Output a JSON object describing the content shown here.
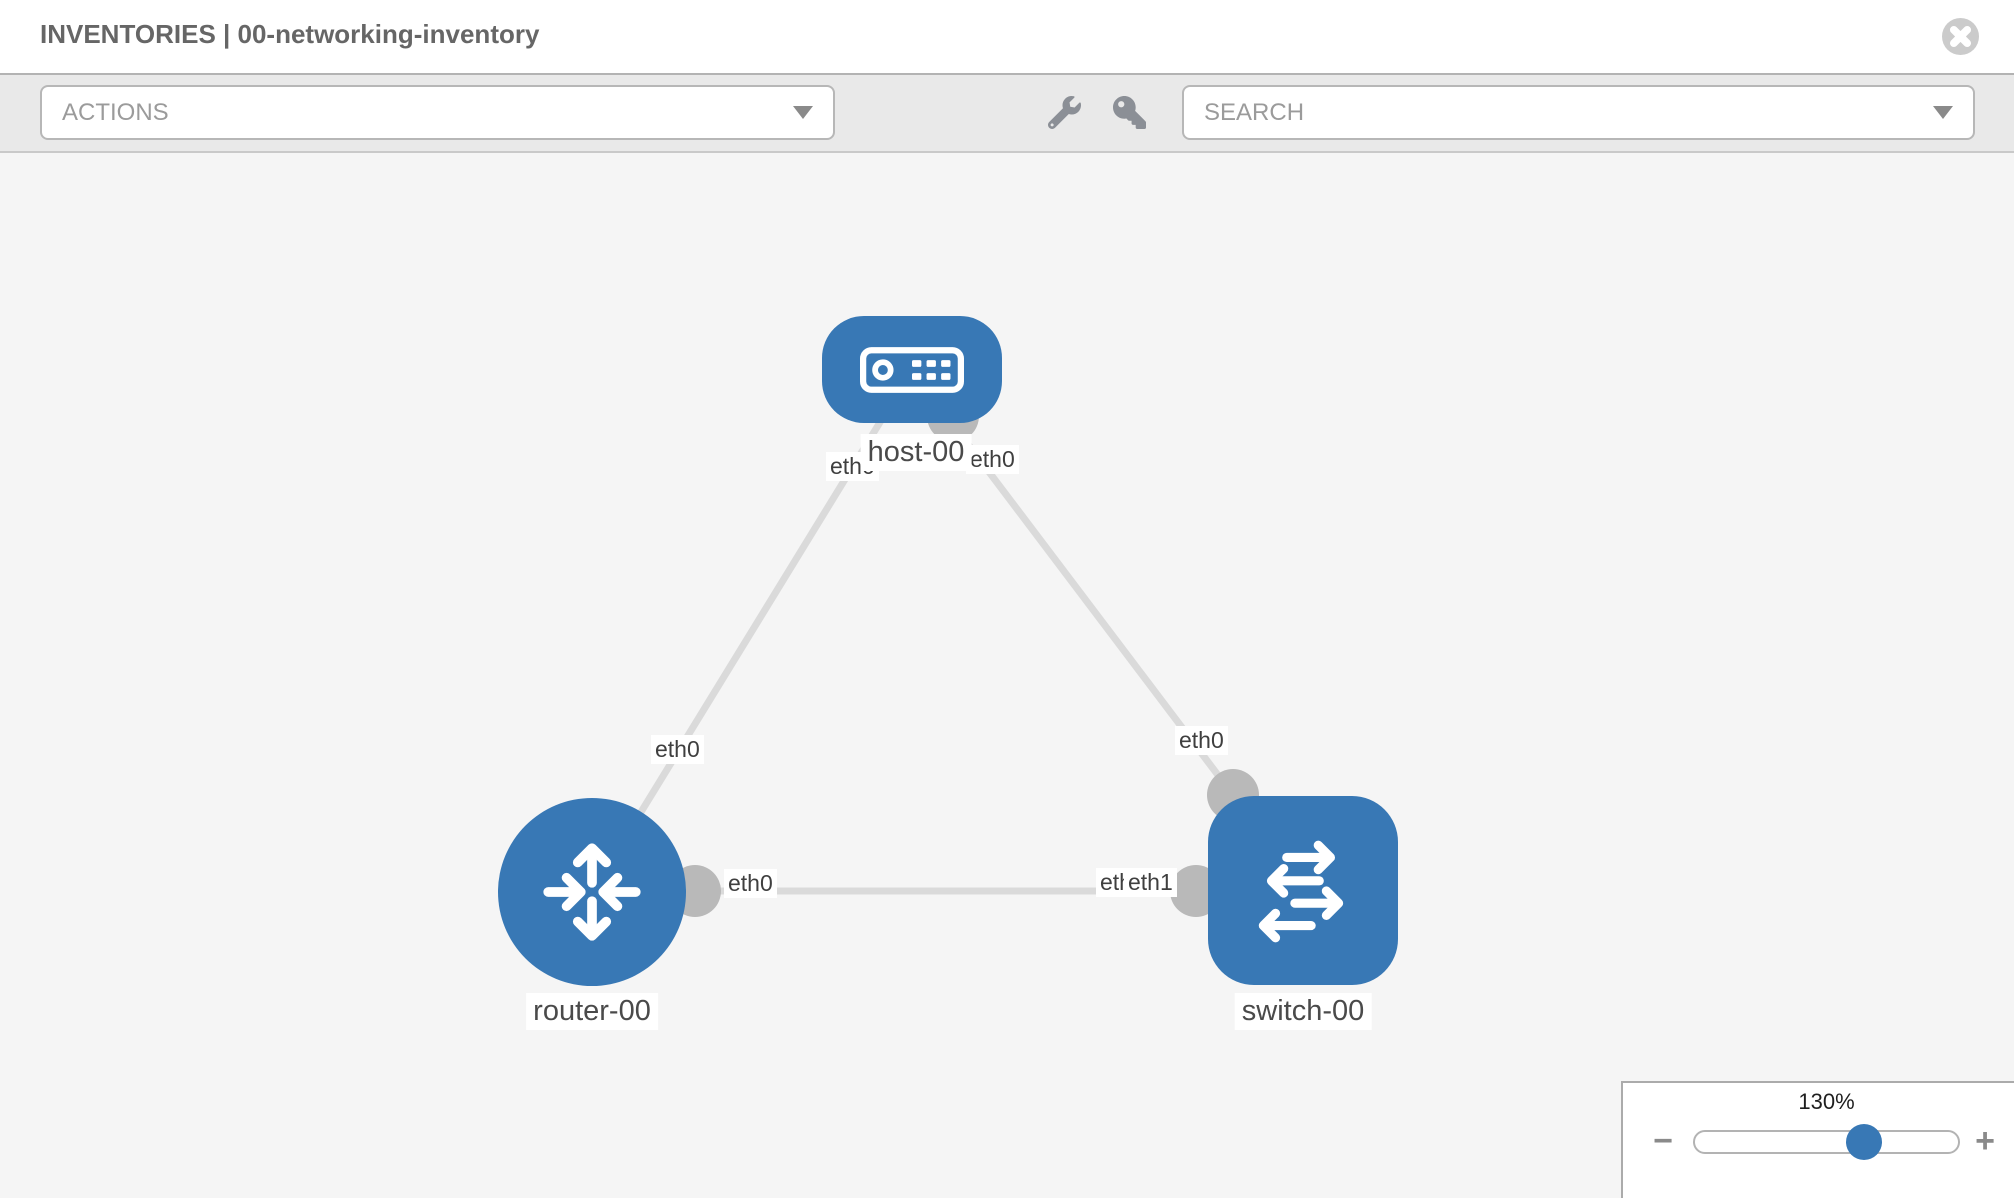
{
  "header": {
    "title": "INVENTORIES | 00-networking-inventory"
  },
  "toolbar": {
    "actions_label": "ACTIONS",
    "search_placeholder": "SEARCH"
  },
  "topology": {
    "nodes": [
      {
        "label": "host-00",
        "type": "host"
      },
      {
        "label": "router-00",
        "type": "router"
      },
      {
        "label": "switch-00",
        "type": "switch"
      }
    ],
    "links": [
      {
        "from": "host-00",
        "to": "router-00",
        "source_interface": "eth0",
        "target_interface": "eth0"
      },
      {
        "from": "host-00",
        "to": "switch-00",
        "source_interface": "eth0",
        "target_interface": "eth0"
      },
      {
        "from": "router-00",
        "to": "switch-00",
        "source_interface": "eth0",
        "target_interface_labels": [
          "eth0",
          "eth1"
        ]
      }
    ]
  },
  "zoom_control": {
    "level": "130%",
    "minus_label": "−",
    "plus_label": "+"
  },
  "colors": {
    "node_blue": "#3878b5",
    "link_gray": "#dadada",
    "endpoint_gray": "#b9b9b9",
    "toolbar_gray": "#e9e9e9",
    "canvas_gray": "#f5f5f5"
  }
}
